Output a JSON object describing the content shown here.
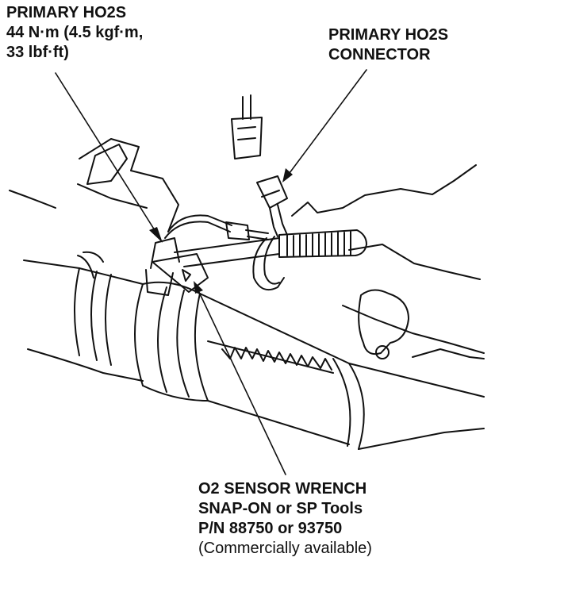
{
  "labels": {
    "sensor_torque": {
      "lines": [
        "PRIMARY HO2S",
        "44 N·m (4.5 kgf·m,",
        "33 lbf·ft)"
      ]
    },
    "connector": {
      "lines": [
        "PRIMARY HO2S",
        "CONNECTOR"
      ]
    },
    "wrench": {
      "lines": [
        "O2 SENSOR WRENCH",
        "SNAP-ON or SP Tools",
        "P/N 88750 or 93750",
        "(Commercially available)"
      ]
    }
  },
  "colors": {
    "ink": "#111111",
    "background": "#ffffff"
  }
}
